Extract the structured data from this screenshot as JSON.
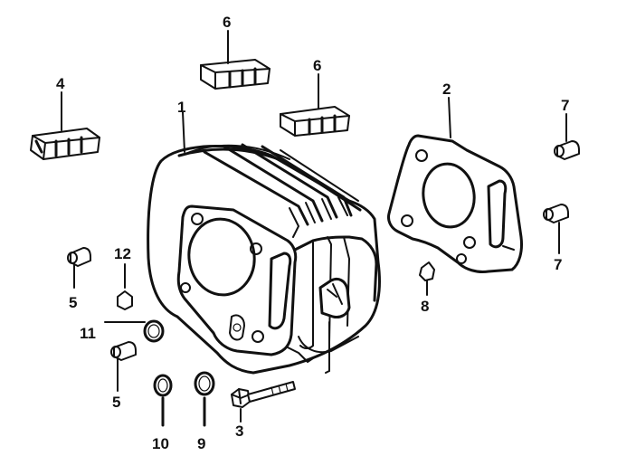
{
  "diagram": {
    "callouts": {
      "c1": "1",
      "c2": "2",
      "c3": "3",
      "c4": "4",
      "c5a": "5",
      "c5b": "5",
      "c6a": "6",
      "c6b": "6",
      "c7a": "7",
      "c7b": "7",
      "c8": "8",
      "c9": "9",
      "c10": "10",
      "c11": "11",
      "c12": "12"
    }
  }
}
